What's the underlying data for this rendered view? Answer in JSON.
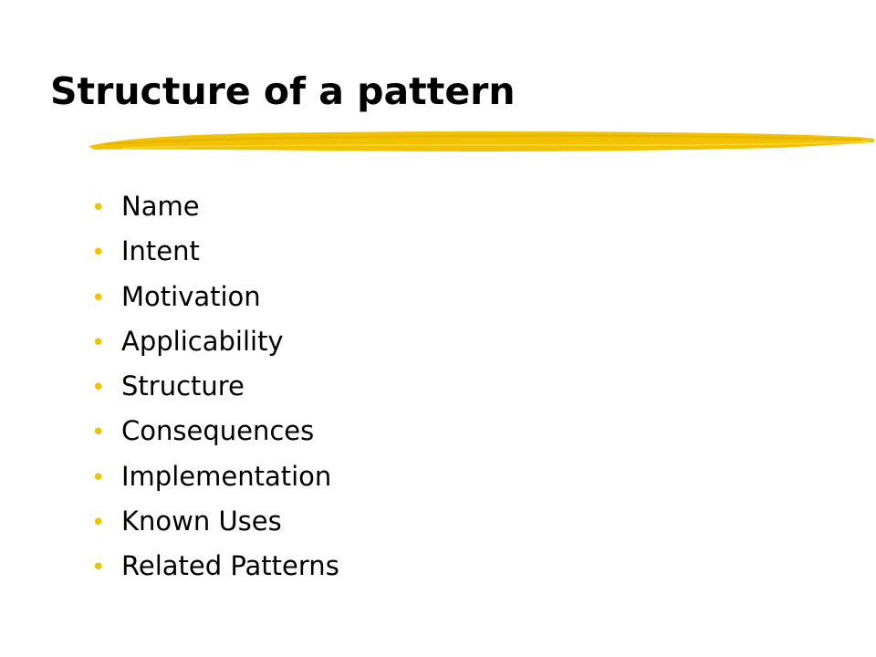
{
  "slide": {
    "title": "Structure of a pattern",
    "accent_color": "#F2C200",
    "bullet_glyph": "•",
    "items": [
      "Name",
      "Intent",
      "Motivation",
      "Applicability",
      "Structure",
      "Consequences",
      "Implementation",
      "Known Uses",
      "Related Patterns"
    ]
  }
}
